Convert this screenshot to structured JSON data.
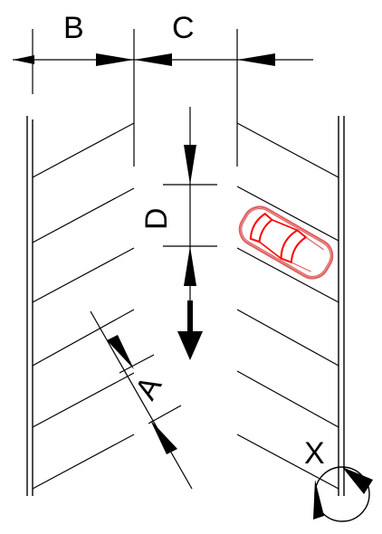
{
  "labels": {
    "a": "A",
    "b": "B",
    "c": "C",
    "d": "D",
    "x": "X"
  },
  "colors": {
    "lines": "#000000",
    "car_outline": "#e06060",
    "car_accent": "#ff0000",
    "background": "#ffffff"
  },
  "icons": {
    "car": "car-icon",
    "detail_marker": "section-marker-icon",
    "traffic_direction": "arrow-down-icon"
  }
}
